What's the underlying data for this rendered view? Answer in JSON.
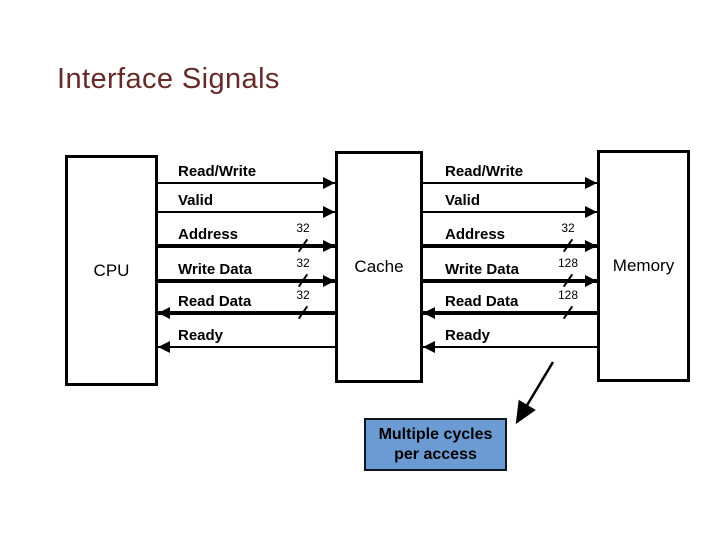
{
  "slide": {
    "title": "Interface Signals"
  },
  "colors": {
    "background": "#ffffff",
    "title": "#662a29",
    "diagram_ink": "#000000",
    "callout_fill": "#6b9bd2",
    "callout_border": "#10151f",
    "callout_text": "#000000"
  },
  "blocks": {
    "cpu": "CPU",
    "cache": "Cache",
    "memory": "Memory"
  },
  "buses": [
    {
      "id": "cpu-cache",
      "from": "CPU",
      "to": "Cache",
      "signals": [
        {
          "label": "Read/Write",
          "bits": "",
          "direction": "right"
        },
        {
          "label": "Valid",
          "bits": "",
          "direction": "right"
        },
        {
          "label": "Address",
          "bits": "32",
          "direction": "right"
        },
        {
          "label": "Write Data",
          "bits": "32",
          "direction": "right"
        },
        {
          "label": "Read Data",
          "bits": "32",
          "direction": "left"
        },
        {
          "label": "Ready",
          "bits": "",
          "direction": "left"
        }
      ]
    },
    {
      "id": "cache-memory",
      "from": "Cache",
      "to": "Memory",
      "signals": [
        {
          "label": "Read/Write",
          "bits": "",
          "direction": "right"
        },
        {
          "label": "Valid",
          "bits": "",
          "direction": "right"
        },
        {
          "label": "Address",
          "bits": "32",
          "direction": "right"
        },
        {
          "label": "Write Data",
          "bits": "128",
          "direction": "right"
        },
        {
          "label": "Read Data",
          "bits": "128",
          "direction": "left"
        },
        {
          "label": "Ready",
          "bits": "",
          "direction": "left"
        }
      ]
    }
  ],
  "callout": {
    "line1": "Multiple cycles",
    "line2": "per access"
  }
}
